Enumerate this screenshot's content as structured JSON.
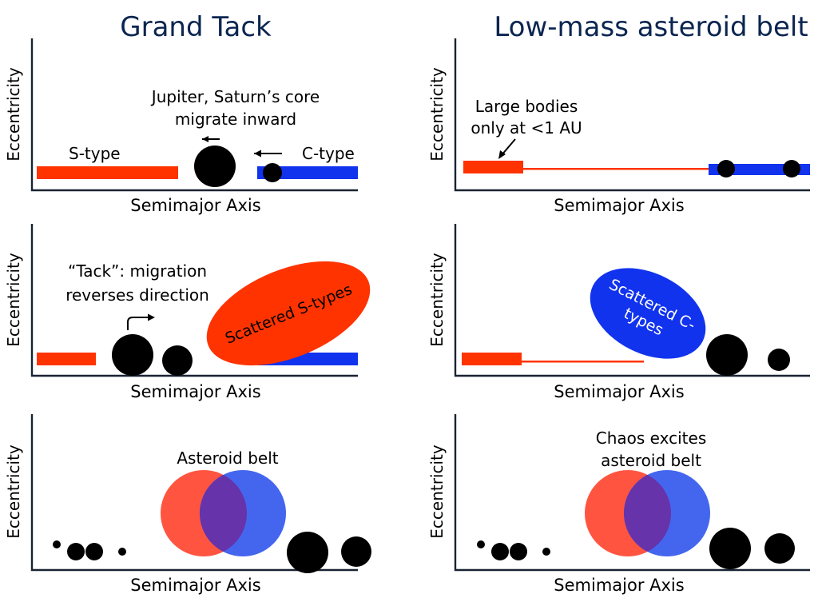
{
  "titles": {
    "left": "Grand Tack",
    "right": "Low-mass asteroid belt"
  },
  "axes": {
    "x_label": "Semimajor Axis",
    "y_label": "Eccentricity"
  },
  "panels": {
    "gt1": {
      "s_type": "S-type",
      "c_type": "C-type",
      "note": [
        "Jupiter, Saturn’s core",
        "migrate inward"
      ]
    },
    "gt2": {
      "note": [
        "“Tack”: migration",
        "reverses direction"
      ],
      "blob": "Scattered S-types"
    },
    "gt3": {
      "note": "Asteroid belt"
    },
    "lm1": {
      "note": [
        "Large bodies",
        "only at <1 AU"
      ]
    },
    "lm2": {
      "blob": [
        "Scattered C-",
        "types"
      ]
    },
    "lm3": {
      "note": [
        "Chaos excites",
        "asteroid belt"
      ]
    }
  },
  "colors": {
    "s_type": "#ff3300",
    "c_type": "#1133ee",
    "title": "#0b2550",
    "s_circle": "#ff5540",
    "c_circle": "#4466ee",
    "overlap": "#6633aa"
  }
}
